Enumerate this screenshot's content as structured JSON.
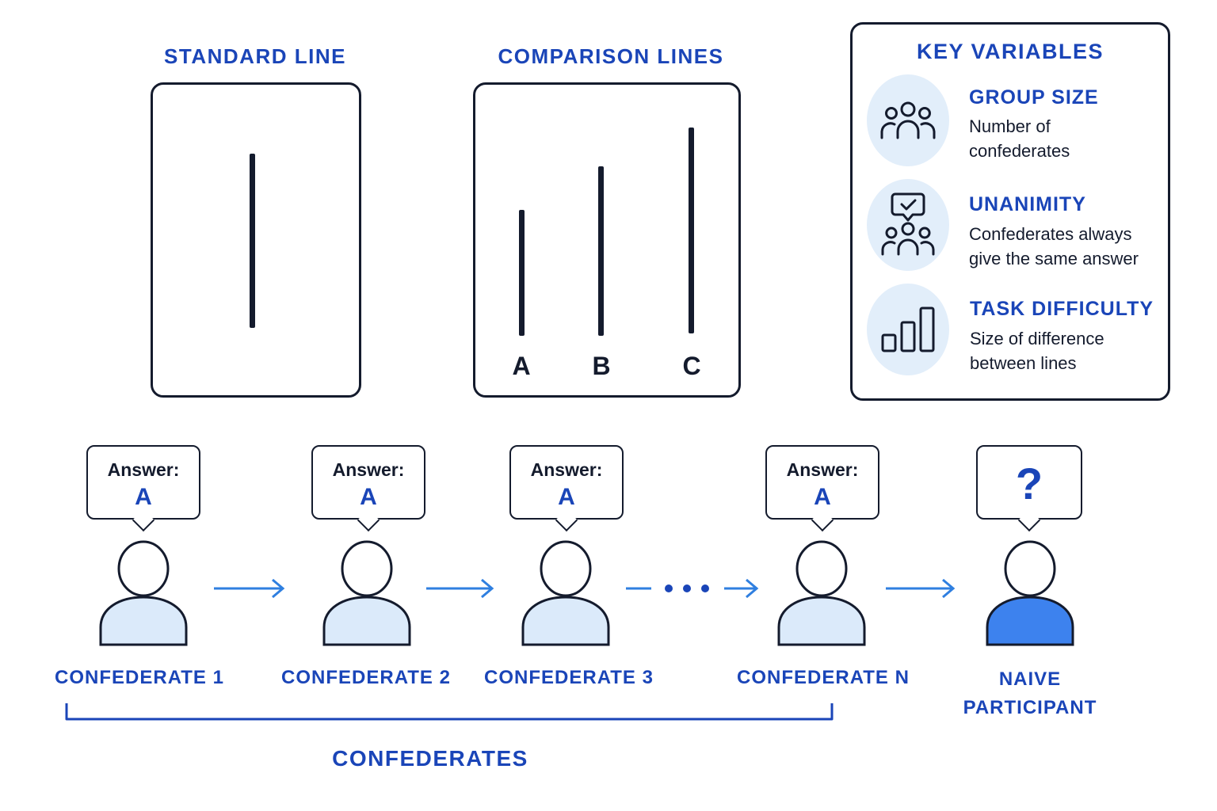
{
  "standard": {
    "title": "STANDARD LINE"
  },
  "comparison": {
    "title": "COMPARISON LINES",
    "labels": [
      "A",
      "B",
      "C"
    ]
  },
  "key_variables": {
    "title": "KEY VARIABLES",
    "items": [
      {
        "title": "GROUP SIZE",
        "desc_lines": [
          "Number of",
          "confederates"
        ],
        "icon": "group-icon"
      },
      {
        "title": "UNANIMITY",
        "desc_lines": [
          "Confederates always",
          "give the same answer"
        ],
        "icon": "agreement-icon"
      },
      {
        "title": "TASK DIFFICULTY",
        "desc_lines": [
          "Size of difference",
          "between lines"
        ],
        "icon": "bar-chart-icon"
      }
    ]
  },
  "people": [
    {
      "label": "CONFEDERATE 1",
      "bubble_label": "Answer:",
      "answer": "A"
    },
    {
      "label": "CONFEDERATE 2",
      "bubble_label": "Answer:",
      "answer": "A"
    },
    {
      "label": "CONFEDERATE 3",
      "bubble_label": "Answer:",
      "answer": "A"
    },
    {
      "label": "CONFEDERATE N",
      "bubble_label": "Answer:",
      "answer": "A"
    }
  ],
  "naive": {
    "label_lines": [
      "NAIVE",
      "PARTICIPANT"
    ],
    "bubble": "?"
  },
  "group_label": "CONFEDERATES",
  "colors": {
    "accent": "#1a45b8",
    "arrow": "#2f7fe0",
    "person_fill": "#dbeafa",
    "naive_fill": "#3d82ee",
    "ink": "#141b2d"
  }
}
